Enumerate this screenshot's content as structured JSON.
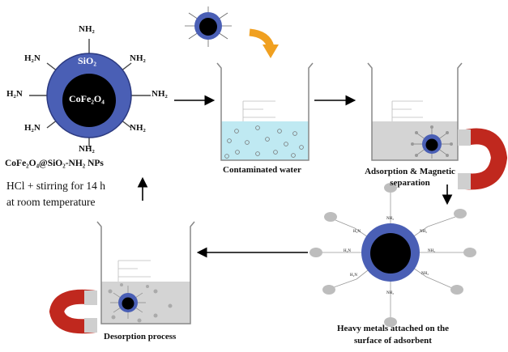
{
  "particle": {
    "shell_label": "SiO₂",
    "core_label": "CoFe₂O₄",
    "amine_label": "NH₂",
    "amine_label_left": "H₂N",
    "caption": "CoFe₂O₄@SiO₂-NH₂ NPs"
  },
  "steps": {
    "synthesis_line1": "HCl + stirring for 14 h",
    "synthesis_line2": "at room temperature",
    "contaminated": "Contaminated water",
    "adsorption_line1": "Adsorption & Magnetic",
    "adsorption_line2": "separation",
    "heavy_line1": "Heavy metals attached on the",
    "heavy_line2": "surface of adsorbent",
    "desorption": "Desorption process"
  },
  "small_labels": {
    "nh2": "NH₂",
    "h2n": "H₂N"
  },
  "colors": {
    "shell": "#4a5fb5",
    "core": "#000000",
    "water": "#bfe9f2",
    "water_gray": "#d4d4d4",
    "arrow_orange": "#f0a020",
    "magnet_red": "#c0281e",
    "metal_gray": "#bdbdbd"
  }
}
